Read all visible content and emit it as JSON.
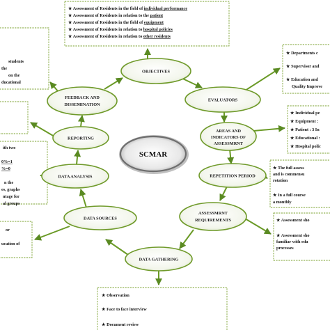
{
  "center": {
    "label": "SCMAR"
  },
  "nodes": {
    "objectives": "OBJECTIVES",
    "evaluators": "EVALUATORS",
    "areas_l1": "AREAS AND",
    "areas_l2": "INDICATORS OF",
    "areas_l3": "ASSESSMRNT",
    "repetition": "REPETITION PERIOD",
    "requirements_l1": "ASSESSMRNT",
    "requirements_l2": "REQUIREMENTS",
    "data_gathering": "DATA GATHERING",
    "data_sources": "DATA SOURCES",
    "data_analysis": "DATA ANALYSIS",
    "reporting": "REPORTING",
    "feedback_l1": "FEEDBACK AND",
    "feedback_l2": "DISSEMINATION"
  },
  "objectives_box": {
    "bullet": "★",
    "items": [
      {
        "pre": "Assessment of Residents in the field of ",
        "ul": "individual performance"
      },
      {
        "pre": "Assessment of Residents in relation to the ",
        "ul": "patient"
      },
      {
        "pre": "Assessment of Residents in the field of ",
        "ul": "equipment"
      },
      {
        "pre": "Assessment of Residents in relation to ",
        "ul": "hospital policies"
      },
      {
        "pre": "Assessment of Residents in relation to ",
        "ul": "other residents"
      }
    ]
  },
  "evaluators_box": {
    "bullet": "★",
    "items": [
      "Departments c",
      "Supervisor and",
      "Education and",
      "Quality Improve"
    ]
  },
  "areas_box": {
    "bullet": "★",
    "items": [
      "Individual pe",
      "Equipment :",
      "Patient : 3  In",
      "Educational :",
      "Hospital polic"
    ]
  },
  "repetition_box": {
    "bullet": "★",
    "items": [
      "The full assess",
      "and is commensu",
      "rotation",
      "In a full course",
      "a monthly"
    ]
  },
  "requirements_box": {
    "bullet": "★",
    "items": [
      "Assessment sho",
      "Assessment sho",
      "familiar with edu",
      "processes"
    ]
  },
  "gathering_box": {
    "bullet": "★",
    "items": [
      "Observation",
      "Face to face interview",
      "Document review"
    ]
  },
  "left_top_box": {
    "items": [
      "students",
      "the",
      "on the",
      "ducational"
    ]
  },
  "left_analysis_box": {
    "items": [
      "ith two",
      "0%=1",
      "%=0",
      "n the",
      "es, graphs",
      "ntage for",
      "al groups"
    ]
  },
  "left_sources_box": {
    "items": [
      "or",
      "ucation of"
    ]
  },
  "colors": {
    "green": "#6f9a2a",
    "dark_green": "#4d7a1e",
    "node_fill": "#f4f7ee",
    "text": "#111111"
  }
}
